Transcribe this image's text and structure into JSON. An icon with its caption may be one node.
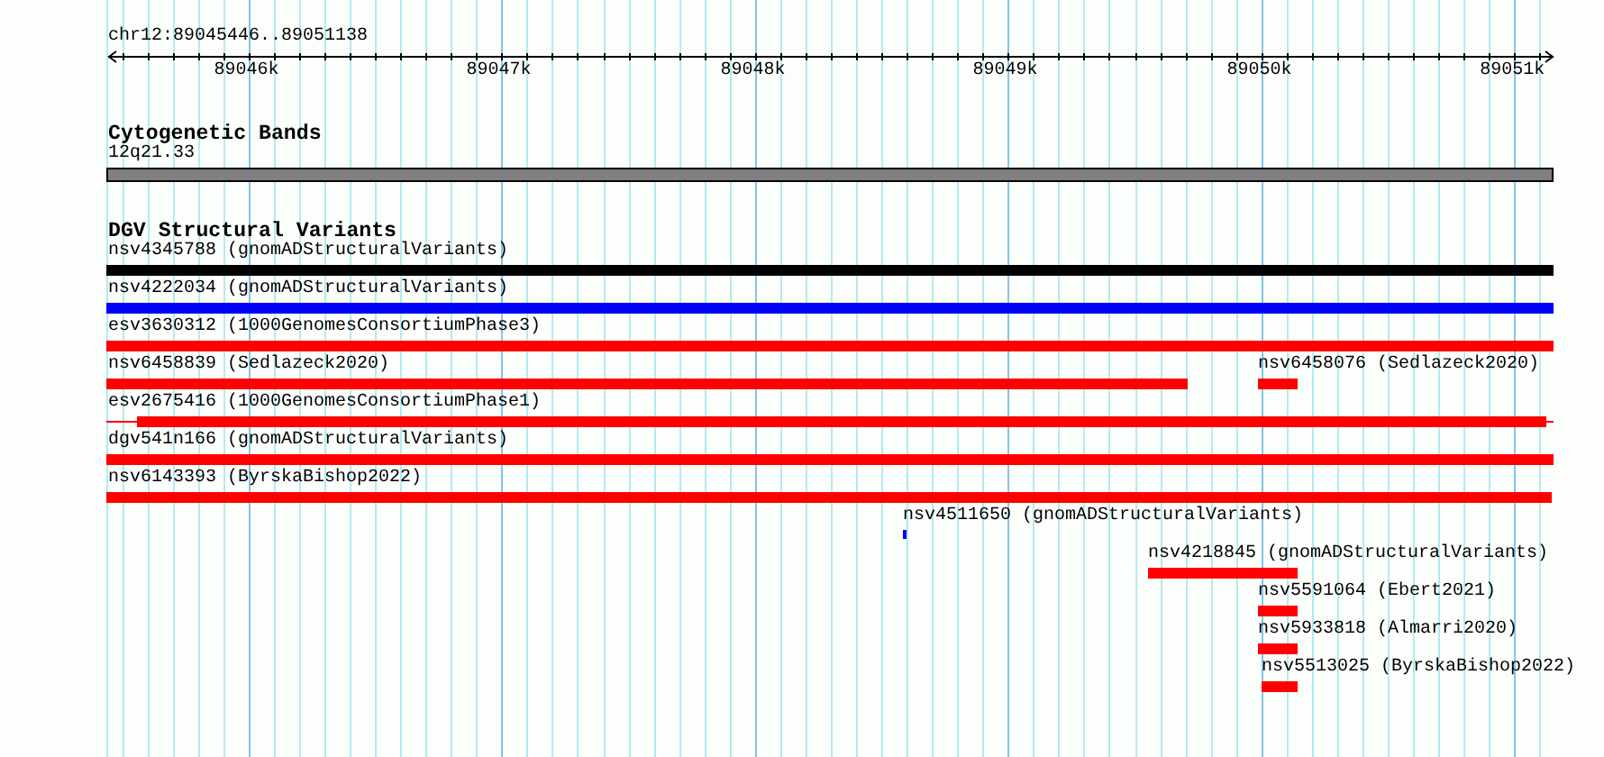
{
  "diagram": {
    "nodes": [
      {
        "text": [
          "12q21.33"
        ]
      },
      {
        "text": [
          "nsv4345788 (gnomADStructuralVariants)"
        ]
      },
      {
        "text": [
          "nsv4222034 (gnomADStructuralVariants)"
        ]
      },
      {
        "text": [
          "esv3630312 (1000GenomesConsortiumPhase3)"
        ]
      },
      {
        "text": [
          "nsv6458839 (Sedlazeck2020)"
        ]
      },
      {
        "text": [
          "nsv6458076 (Sedlazeck2020)"
        ]
      },
      {
        "text": [
          "esv2675416 (1000GenomesConsortiumPhase1)"
        ]
      },
      {
        "text": [
          "dgv541n166 (gnomADStructuralVariants)"
        ]
      },
      {
        "text": [
          "nsv6143393 (ByrskaBishop2022)"
        ]
      },
      {
        "text": [
          "nsv4511650 (gnomADStructuralVariants)"
        ]
      },
      {
        "text": [
          "nsv4218845 (gnomADStructuralVariants)"
        ]
      },
      {
        "text": [
          "nsv5591064 (Ebert2021)"
        ]
      },
      {
        "text": [
          "nsv5933818 (Almarri2020)"
        ]
      },
      {
        "text": [
          "nsv5513025 (ByrskaBishop2022)"
        ]
      }
    ],
    "labels": [
      "chr12:89045446..89051138",
      "89046k",
      "89047k",
      "89048k",
      "89049k",
      "89050k",
      "89051k",
      "Cytogenetic Bands",
      "DGV Structural Variants"
    ]
  }
}
